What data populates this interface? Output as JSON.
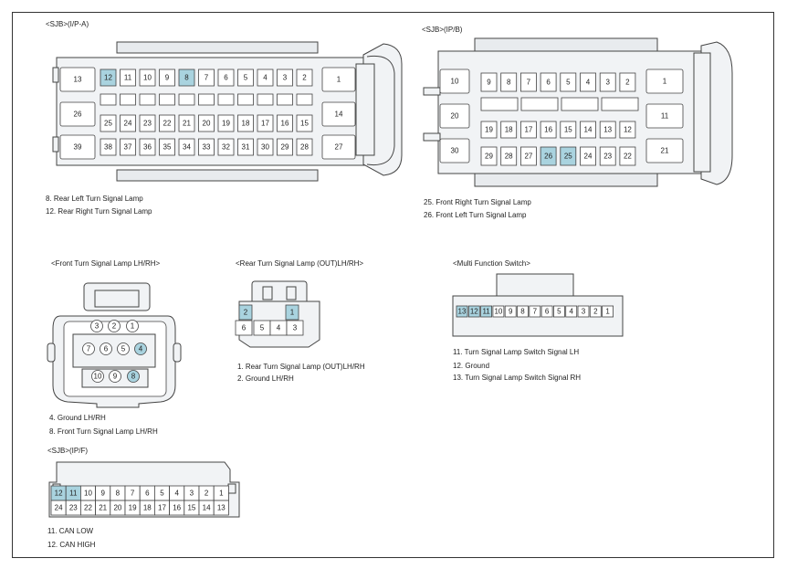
{
  "colors": {
    "highlight": "#a9d3df",
    "line": "#444444",
    "body": "#f1f3f5"
  },
  "connectors": [
    {
      "id": "sjb_ipa",
      "title": "<SJB>(I/P-A)",
      "row1": [
        "12",
        "11",
        "10",
        "9",
        "8",
        "7",
        "6",
        "5",
        "4",
        "3",
        "2"
      ],
      "row2": [
        "25",
        "24",
        "23",
        "22",
        "21",
        "20",
        "19",
        "18",
        "17",
        "16",
        "15"
      ],
      "row3": [
        "38",
        "37",
        "36",
        "35",
        "34",
        "33",
        "32",
        "31",
        "30",
        "29",
        "28"
      ],
      "left": [
        "13",
        "26",
        "39"
      ],
      "right": [
        "1",
        "14",
        "27"
      ],
      "highlighted": [
        "12",
        "8"
      ],
      "notes": [
        "8. Rear Left Turn Signal Lamp",
        "12. Rear Right Turn Signal Lamp"
      ]
    },
    {
      "id": "sjb_ipb",
      "title": "<SJB>(IP/B)",
      "row1": [
        "9",
        "8",
        "7",
        "6",
        "5",
        "4",
        "3",
        "2"
      ],
      "row2": [
        "19",
        "18",
        "17",
        "16",
        "15",
        "14",
        "13",
        "12"
      ],
      "row3": [
        "29",
        "28",
        "27",
        "26",
        "25",
        "24",
        "23",
        "22"
      ],
      "left": [
        "10",
        "20",
        "30"
      ],
      "right": [
        "1",
        "11",
        "21"
      ],
      "highlighted": [
        "26",
        "25"
      ],
      "notes": [
        "25. Front Right Turn Signal Lamp",
        "26. Front Left Turn Signal Lamp"
      ]
    },
    {
      "id": "front_turn",
      "title": "<Front Turn Signal Lamp LH/RH>",
      "row1": [
        "3",
        "2",
        "1"
      ],
      "row2": [
        "7",
        "6",
        "5",
        "4"
      ],
      "row3": [
        "10",
        "9",
        "8"
      ],
      "highlighted": [
        "4",
        "8"
      ],
      "notes": [
        "4. Ground LH/RH",
        "8.   Front Turn Signal Lamp LH/RH"
      ]
    },
    {
      "id": "rear_turn",
      "title": "<Rear Turn Signal Lamp (OUT)LH/RH>",
      "row1": [
        "2",
        "1"
      ],
      "row2": [
        "6",
        "5",
        "4",
        "3"
      ],
      "highlighted": [
        "2",
        "1"
      ],
      "notes": [
        "1. Rear Turn Signal Lamp (OUT)LH/RH",
        "2. Ground LH/RH"
      ]
    },
    {
      "id": "mfs",
      "title": "<Multi Function Switch>",
      "row1": [
        "13",
        "12",
        "11",
        "10",
        "9",
        "8",
        "7",
        "6",
        "5",
        "4",
        "3",
        "2",
        "1"
      ],
      "highlighted": [
        "13",
        "12",
        "11"
      ],
      "notes": [
        "11. Turn Signal Lamp Switch Signal LH",
        "12. Ground",
        "13. Turn Signal Lamp Switch Signal RH"
      ]
    },
    {
      "id": "sjb_ipf",
      "title": "<SJB>(IP/F)",
      "row1": [
        "12",
        "11",
        "10",
        "9",
        "8",
        "7",
        "6",
        "5",
        "4",
        "3",
        "2",
        "1"
      ],
      "row2": [
        "24",
        "23",
        "22",
        "21",
        "20",
        "19",
        "18",
        "17",
        "16",
        "15",
        "14",
        "13"
      ],
      "highlighted": [
        "12",
        "11"
      ],
      "notes": [
        "11. CAN LOW",
        "12. CAN HIGH"
      ]
    }
  ]
}
